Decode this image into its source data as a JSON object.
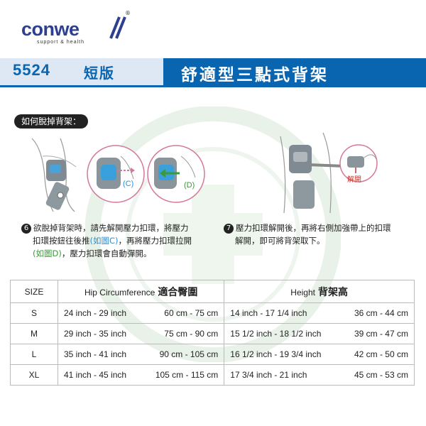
{
  "brand": {
    "name": "conwe",
    "tagline": "support & health",
    "registered": "®"
  },
  "banner": {
    "model": "5524",
    "variant": "短版",
    "product": "舒適型三點式背架"
  },
  "howto_label": "如何脫掉背架：",
  "figure_labels": {
    "c": "(C)",
    "d": "(D)",
    "release": "解開"
  },
  "steps": [
    {
      "number": "6",
      "line1": "欲脫掉背架時，請先解開壓力扣環，將壓力",
      "line2a": "扣環按鈕往後推",
      "line2b": "(如圖C)",
      "line2c": "，再將壓力扣環拉開",
      "line3a": "(如圖D)",
      "line3b": "，壓力扣環會自動彈開。"
    },
    {
      "number": "7",
      "line1": "壓力扣環解開後，再將右側加強帶上的扣環",
      "line2": "解開，即可將背架取下。"
    }
  ],
  "size_table": {
    "headers": {
      "size": "SIZE",
      "hip_en": "Hip Circumference",
      "hip_zh": "適合臀圍",
      "height_en": "Height",
      "height_zh": "背架高"
    },
    "rows": [
      {
        "size": "S",
        "hip_inch": "24 inch - 29 inch",
        "hip_cm": "60 cm - 75 cm",
        "height_inch": "14 inch - 17 1/4 inch",
        "height_cm": "36 cm - 44 cm"
      },
      {
        "size": "M",
        "hip_inch": "29 inch - 35 inch",
        "hip_cm": "75 cm - 90 cm",
        "height_inch": "15 1/2 inch - 18 1/2 inch",
        "height_cm": "39 cm - 47 cm"
      },
      {
        "size": "L",
        "hip_inch": "35 inch - 41 inch",
        "hip_cm": "90 cm - 105 cm",
        "height_inch": "16 1/2 inch - 19 3/4 inch",
        "height_cm": "42 cm - 50 cm"
      },
      {
        "size": "XL",
        "hip_inch": "41 inch - 45 inch",
        "hip_cm": "105 cm - 115 cm",
        "height_inch": "17 3/4 inch - 21 inch",
        "height_cm": "45 cm - 53 cm"
      }
    ]
  },
  "colors": {
    "brand_blue": "#2e3f8f",
    "banner_blue": "#0a65b0",
    "banner_light": "#dde8f4",
    "accent_blue": "#2b8fd6",
    "accent_green": "#3a9a3a",
    "accent_red": "#c0392b"
  }
}
